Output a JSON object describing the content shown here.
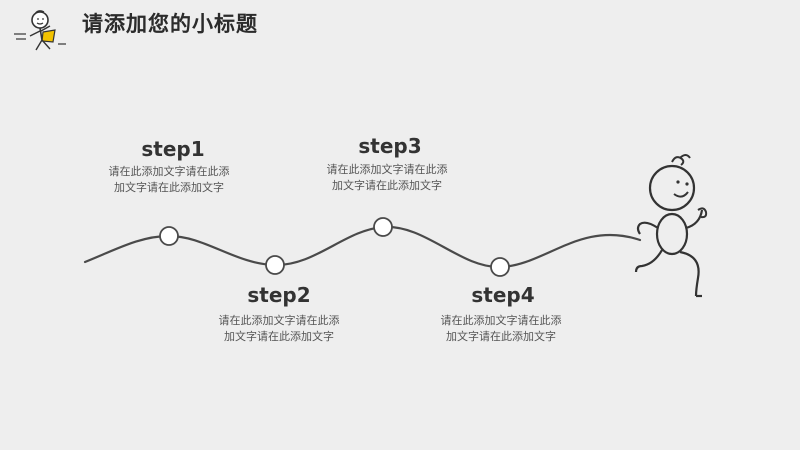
{
  "header": {
    "title": "请添加您的小标题",
    "mascot_icon": "cartoon-runner-with-flag-icon"
  },
  "steps": [
    {
      "label": "step1",
      "desc": "请在此添加文字请在此添加文字请在此添加文字"
    },
    {
      "label": "step2",
      "desc": "请在此添加文字请在此添加文字请在此添加文字"
    },
    {
      "label": "step3",
      "desc": "请在此添加文字请在此添加文字请在此添加文字"
    },
    {
      "label": "step4",
      "desc": "请在此添加文字请在此添加文字请在此添加文字"
    }
  ],
  "colors": {
    "background": "#eeeeee",
    "line": "#4a4a4a",
    "accent": "#f2c200",
    "text": "#333333"
  },
  "decor": {
    "runner_icon": "stick-figure-runner-icon"
  }
}
